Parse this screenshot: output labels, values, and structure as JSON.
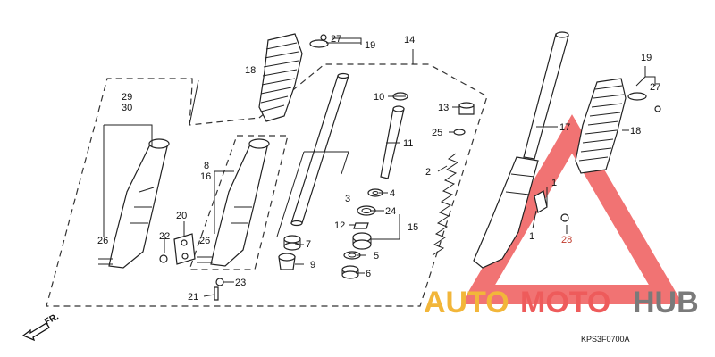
{
  "labels": {
    "l29": "29",
    "l30": "30",
    "l26a": "26",
    "l8": "8",
    "l16": "16",
    "l26b": "26",
    "l20": "20",
    "l22": "22",
    "l23": "23",
    "l21": "21",
    "l18a": "18",
    "l27a": "27",
    "l19a": "19",
    "l14": "14",
    "l3": "3",
    "l7": "7",
    "l9": "9",
    "l10": "10",
    "l11": "11",
    "l4": "4",
    "l24": "24",
    "l12": "12",
    "l15": "15",
    "l5": "5",
    "l6": "6",
    "l13": "13",
    "l25": "25",
    "l2": "2",
    "l17": "17",
    "l18b": "18",
    "l19b": "19",
    "l27b": "27",
    "l1a": "1",
    "l1b": "1",
    "l28": "28"
  },
  "direction_label": "FR.",
  "diagram_code": "KPS3F0700A",
  "watermark": {
    "part1": "AUTO",
    "part2": "MOTO",
    "part3": "HUB",
    "color1": "#f2b63a",
    "color2": "#ee5b5b",
    "color3": "#7a7a7a",
    "triangle_color": "#ee5b5b"
  }
}
